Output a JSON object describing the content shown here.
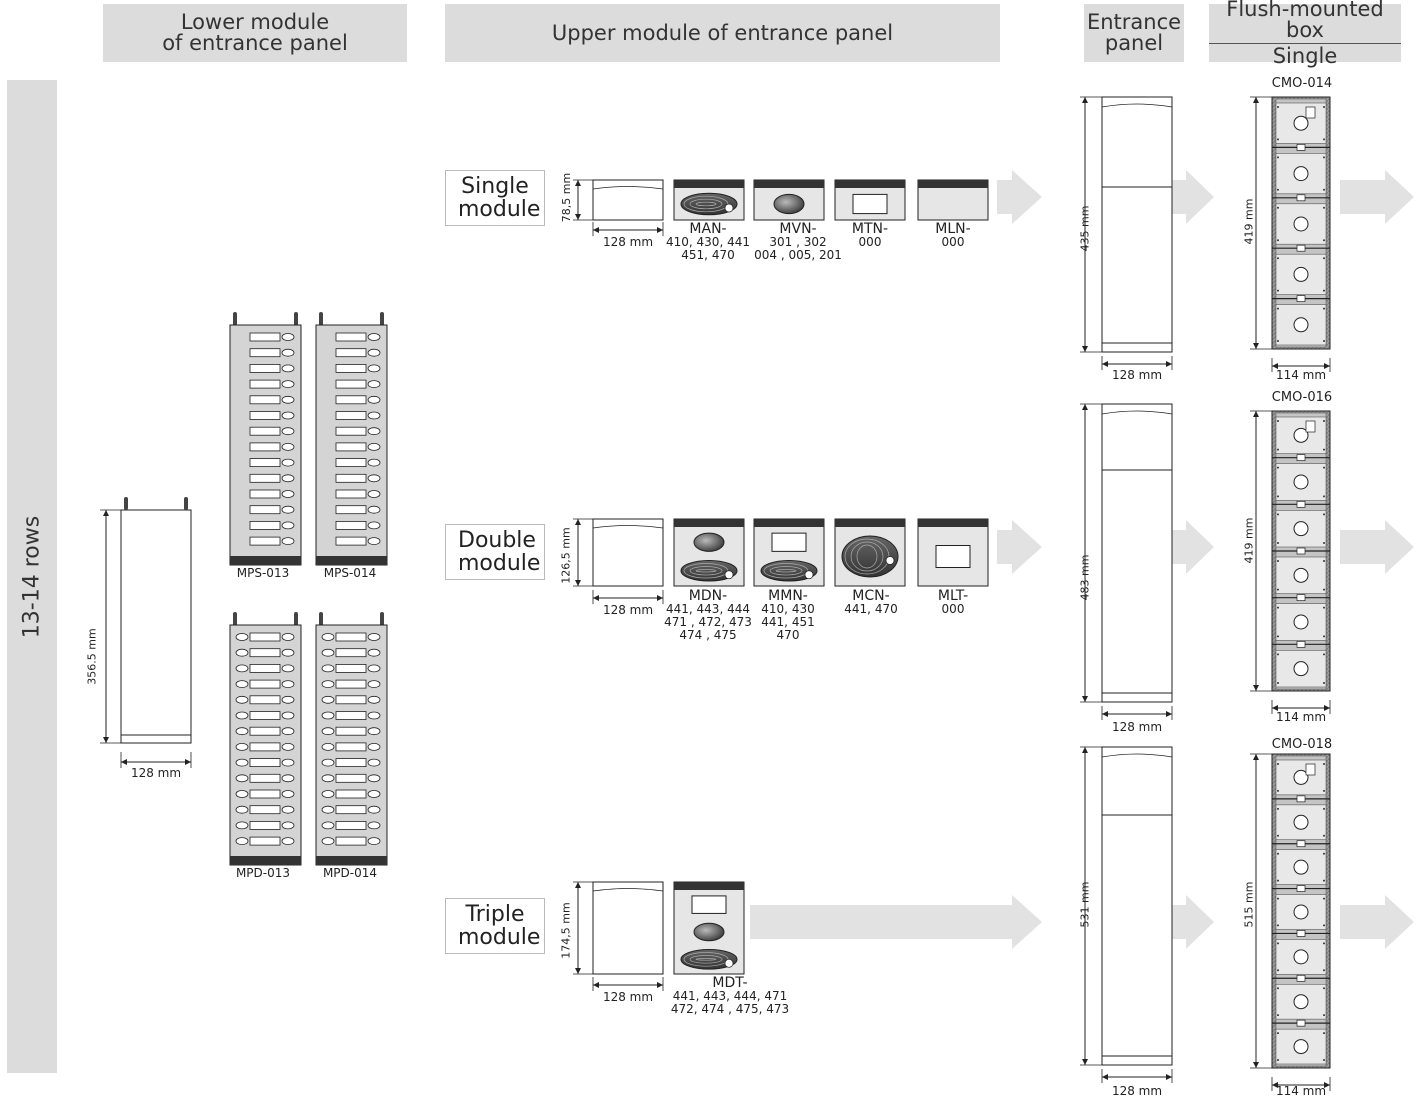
{
  "headers": {
    "lower": [
      "Lower module",
      "of entrance panel"
    ],
    "upper": "Upper module of entrance panel",
    "entrance": [
      "Entrance",
      "panel"
    ],
    "flush": [
      "Flush-mounted box",
      "Single"
    ]
  },
  "side_label": "13-14  rows",
  "lower": {
    "height": "356.5 mm",
    "width": "128 mm",
    "mps": [
      "MPS-013",
      "MPS-014"
    ],
    "mpd": [
      "MPD-013",
      "MPD-014"
    ]
  },
  "single": {
    "title": [
      "Single",
      "module"
    ],
    "height": "78,5 mm",
    "width": "128 mm",
    "models": [
      [
        "MAN-",
        "410, 430, 441",
        "451, 470"
      ],
      [
        "MVN-",
        "301 , 302",
        "004 , 005, 201"
      ],
      [
        "MTN-",
        "000"
      ],
      [
        "MLN-",
        "000"
      ]
    ]
  },
  "double": {
    "title": [
      "Double",
      "module"
    ],
    "height": "126,5 mm",
    "width": "128 mm",
    "models": [
      [
        "MDN-",
        "441, 443, 444",
        "471 , 472, 473",
        "474 , 475"
      ],
      [
        "MMN-",
        "410, 430",
        "441, 451",
        "470"
      ],
      [
        "MCN-",
        "441, 470"
      ],
      [
        "MLT-",
        "000"
      ]
    ]
  },
  "triple": {
    "title": [
      "Triple",
      "module"
    ],
    "height": "174,5 mm",
    "width": "128 mm",
    "models": [
      [
        "MDT-",
        "441, 443, 444, 471",
        "472, 474 , 475, 473"
      ]
    ]
  },
  "entrance": [
    {
      "height": "435 mm",
      "width": "128 mm"
    },
    {
      "height": "483 mm",
      "width": "128 mm"
    },
    {
      "height": "531 mm",
      "width": "128 mm"
    }
  ],
  "boxes": [
    {
      "code": "CMO-014",
      "height": "419 mm",
      "width": "114 mm"
    },
    {
      "code": "CMO-016",
      "height": "419 mm",
      "width": "114 mm"
    },
    {
      "code": "CMO-018",
      "height": "515 mm",
      "width": "114 mm"
    }
  ]
}
